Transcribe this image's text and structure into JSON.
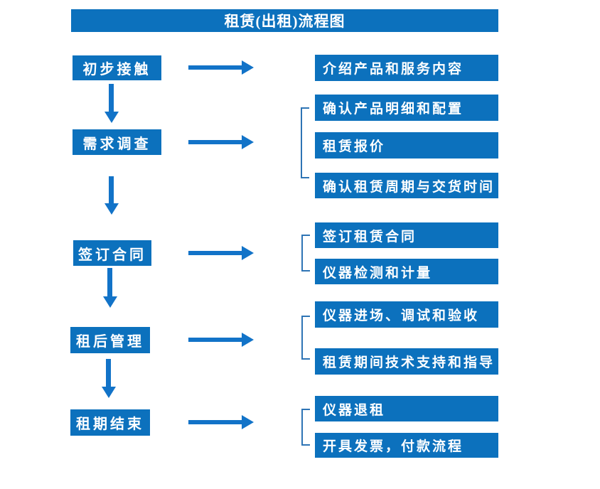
{
  "title": "租赁(出租)流程图",
  "colors": {
    "box_blue": "#0C71BD",
    "arrow_blue": "#1273C8",
    "bracket_blue": "#2E74B5",
    "text_white": "#FFFFFF"
  },
  "steps": [
    {
      "label": "初步接触",
      "outputs": [
        "介绍产品和服务内容"
      ]
    },
    {
      "label": "需求调查",
      "outputs": [
        "确认产品明细和配置",
        "租赁报价",
        "确认租赁周期与交货时间"
      ]
    },
    {
      "label": "签订合同",
      "outputs": [
        "签订租赁合同",
        "仪器检测和计量"
      ]
    },
    {
      "label": "租后管理",
      "outputs": [
        "仪器进场、调试和验收",
        "租赁期间技术支持和指导"
      ]
    },
    {
      "label": "租期结束",
      "outputs": [
        "仪器退租",
        "开具发票，付款流程"
      ]
    }
  ]
}
